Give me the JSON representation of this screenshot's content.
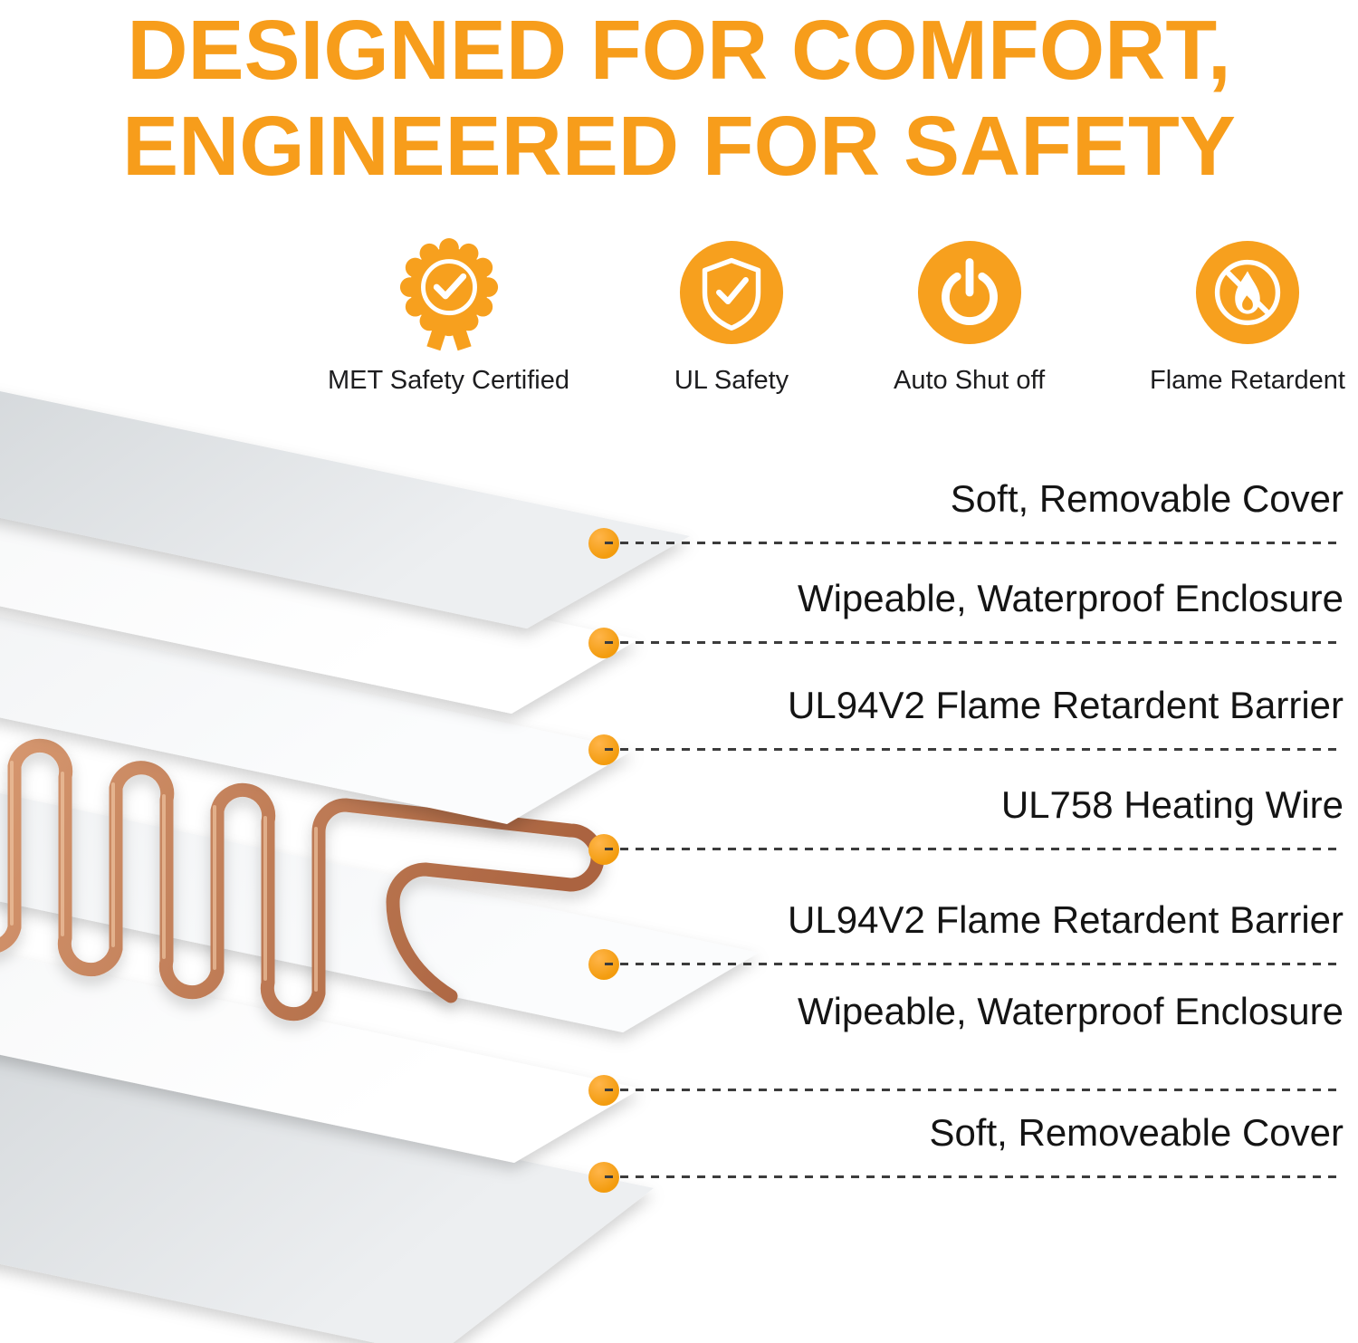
{
  "title": {
    "line1": "DESIGNED FOR COMFORT,",
    "line2": "ENGINEERED FOR SAFETY"
  },
  "badges": [
    {
      "icon": "met-certified-rosette-icon",
      "label": "MET Safety Certified"
    },
    {
      "icon": "shield-check-icon",
      "label": "UL Safety"
    },
    {
      "icon": "power-button-icon",
      "label": "Auto Shut off"
    },
    {
      "icon": "no-flame-icon",
      "label": "Flame Retardent"
    }
  ],
  "layers": [
    {
      "label": "Soft, Removable Cover"
    },
    {
      "label": "Wipeable, Waterproof Enclosure"
    },
    {
      "label": "UL94V2 Flame Retardent Barrier"
    },
    {
      "label": "UL758 Heating Wire"
    },
    {
      "label": "UL94V2 Flame Retardent Barrier"
    },
    {
      "label": "Wipeable, Waterproof Enclosure"
    },
    {
      "label": "Soft, Removeable Cover"
    }
  ],
  "colors": {
    "accent_orange": "#F79D1B",
    "icon_orange": "#F7A01E",
    "label_text": "#141414",
    "copper_wire": "#BF7D57",
    "sheet_gray": "#C3C8CD",
    "sheet_white": "#F7F8F9"
  }
}
